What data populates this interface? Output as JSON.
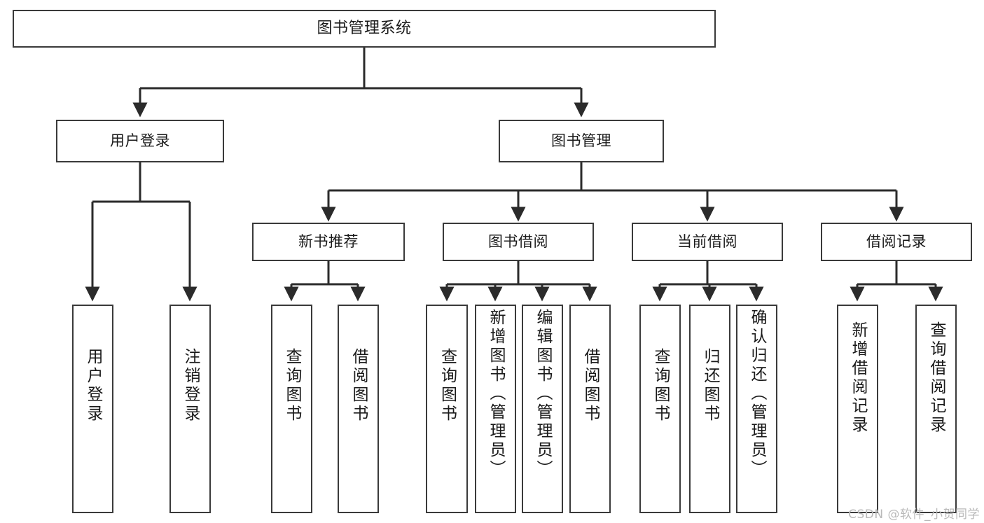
{
  "diagram": {
    "title": "图书管理系统",
    "type": "tree-hierarchy-diagram",
    "watermark": "CSDN @软件_小贺同学",
    "colors": {
      "background": "#ffffff",
      "box_border": "#3a3a3a",
      "connector": "#2b2b2b",
      "text": "#1a1a1a",
      "watermark": "#b9b9b9"
    },
    "levels": {
      "root": {
        "label": "图书管理系统"
      },
      "modules": [
        {
          "id": "user-login",
          "label": "用户登录"
        },
        {
          "id": "book-management",
          "label": "图书管理"
        }
      ],
      "submodules": [
        {
          "id": "new-book-recommend",
          "label": "新书推荐",
          "parent": "book-management"
        },
        {
          "id": "book-borrow",
          "label": "图书借阅",
          "parent": "book-management"
        },
        {
          "id": "current-borrow",
          "label": "当前借阅",
          "parent": "book-management"
        },
        {
          "id": "borrow-record",
          "label": "借阅记录",
          "parent": "book-management"
        }
      ],
      "leaves": [
        {
          "id": "leaf-user-login",
          "label": "用户登录",
          "parent": "user-login"
        },
        {
          "id": "leaf-logout-login",
          "label": "注销登录",
          "parent": "user-login"
        },
        {
          "id": "leaf-query-book-1",
          "label": "查询图书",
          "parent": "new-book-recommend"
        },
        {
          "id": "leaf-borrow-book-1",
          "label": "借阅图书",
          "parent": "new-book-recommend"
        },
        {
          "id": "leaf-query-book-2",
          "label": "查询图书",
          "parent": "book-borrow"
        },
        {
          "id": "leaf-add-book",
          "label": "新增图书（管理员）",
          "parent": "book-borrow"
        },
        {
          "id": "leaf-edit-book",
          "label": "编辑图书（管理员）",
          "parent": "book-borrow"
        },
        {
          "id": "leaf-borrow-book-2",
          "label": "借阅图书",
          "parent": "book-borrow"
        },
        {
          "id": "leaf-query-book-3",
          "label": "查询图书",
          "parent": "current-borrow"
        },
        {
          "id": "leaf-return-book",
          "label": "归还图书",
          "parent": "current-borrow"
        },
        {
          "id": "leaf-confirm-return",
          "label": "确认归还（管理员）",
          "parent": "current-borrow"
        },
        {
          "id": "leaf-add-record",
          "label": "新增借阅记录",
          "parent": "borrow-record"
        },
        {
          "id": "leaf-query-record",
          "label": "查询借阅记录",
          "parent": "borrow-record"
        }
      ]
    }
  }
}
